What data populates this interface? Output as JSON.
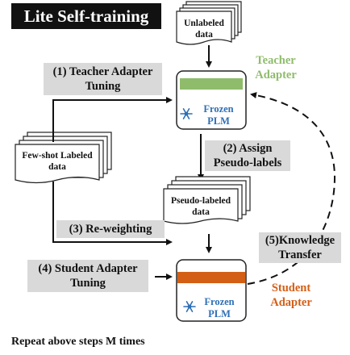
{
  "title": "Lite Self-training",
  "documents": {
    "unlabeled": "Unlabeled data",
    "few_shot": "Few-shot Labeled data",
    "pseudo_labeled": "Pseudo-labeled data"
  },
  "steps": {
    "teacher_tuning": "(1) Teacher Adapter Tuning",
    "assign_labels": "(2) Assign Pseudo-labels",
    "reweighting": "(3) Re-weighting",
    "student_tuning": "(4) Student Adapter Tuning",
    "knowledge_transfer": "(5)Knowledge Transfer"
  },
  "models": {
    "teacher_frozen": "Frozen PLM",
    "student_frozen": "Frozen PLM",
    "teacher_caption": "Teacher Adapter",
    "student_caption": "Student Adapter"
  },
  "colors": {
    "teacher_adapter": "#8fbc6b",
    "student_adapter": "#d35f16",
    "frozen_text": "#2e6fb5",
    "label_fill": "#d9d9d9"
  },
  "icons": {
    "frozen": "snowflake-icon"
  },
  "footer": "Repeat above steps M times"
}
